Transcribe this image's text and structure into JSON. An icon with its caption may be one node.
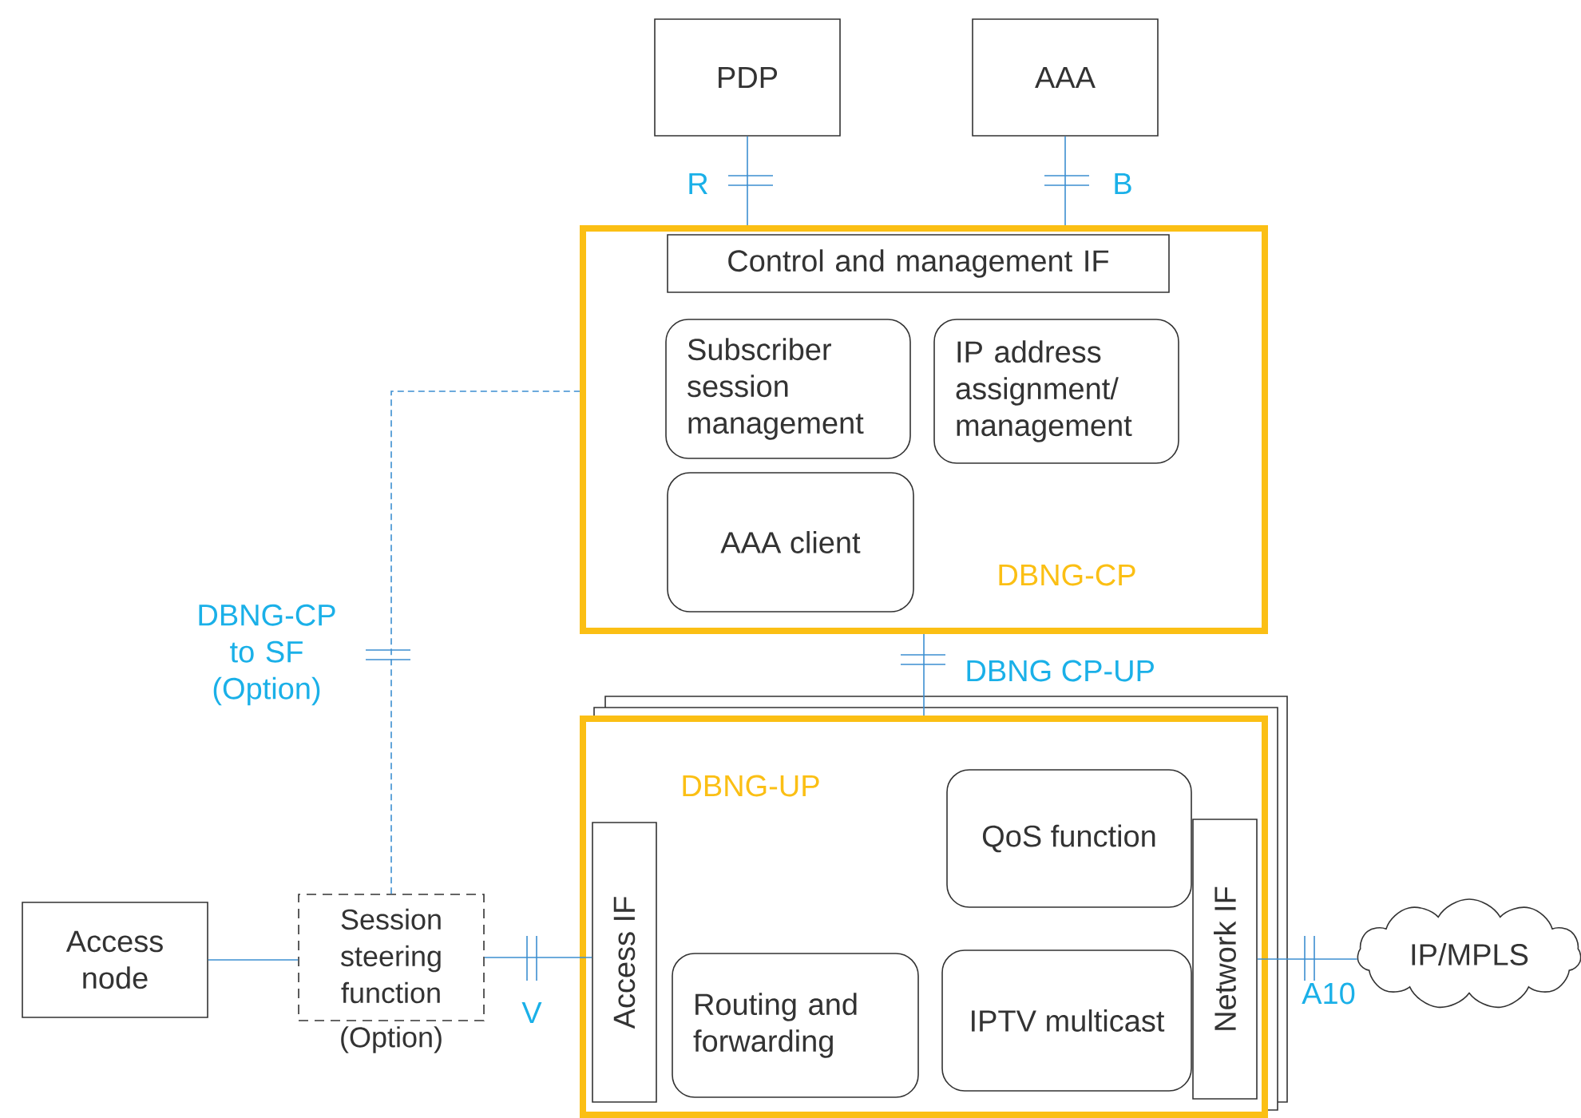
{
  "diagram": {
    "nodes": [
      {
        "text": [
          "PDP"
        ]
      },
      {
        "text": [
          "AAA"
        ]
      },
      {
        "text": [
          "DBNG-CP"
        ]
      },
      {
        "text": [
          "Control and management IF"
        ],
        "in": 2
      },
      {
        "text": [
          "Subscriber session management"
        ],
        "in": 2
      },
      {
        "text": [
          "IP address assignment/ management"
        ],
        "in": 2
      },
      {
        "text": [
          "AAA client"
        ],
        "in": 2
      },
      {
        "text": [
          "DBNG-UP"
        ]
      },
      {
        "text": [
          "Access IF"
        ],
        "in": 7
      },
      {
        "text": [
          "QoS function"
        ],
        "in": 7
      },
      {
        "text": [
          "Network IF"
        ],
        "in": 7
      },
      {
        "text": [
          "Routing and forwarding"
        ],
        "in": 7
      },
      {
        "text": [
          "IPTV multicast"
        ],
        "in": 7
      },
      {
        "text": [
          "Access node"
        ]
      },
      {
        "text": [
          "Session steering function",
          "(Option)"
        ]
      },
      {
        "text": [
          "IP/MPLS"
        ]
      }
    ],
    "edges": [
      {
        "from": 0,
        "to": 2,
        "arrow": "none",
        "label": "R"
      },
      {
        "from": 1,
        "to": 2,
        "arrow": "none",
        "label": "B"
      },
      {
        "from": 2,
        "to": 7,
        "arrow": "none",
        "label": "DBNG CP-UP"
      },
      {
        "from": 14,
        "to": 2,
        "arrow": "none",
        "label": "DBNG-CP to SF (Option)",
        "style": "dashed"
      },
      {
        "from": 13,
        "to": 14,
        "arrow": "none"
      },
      {
        "from": 14,
        "to": 8,
        "arrow": "none",
        "label": "V"
      },
      {
        "from": 10,
        "to": 15,
        "arrow": "none",
        "label": "A10"
      }
    ]
  }
}
